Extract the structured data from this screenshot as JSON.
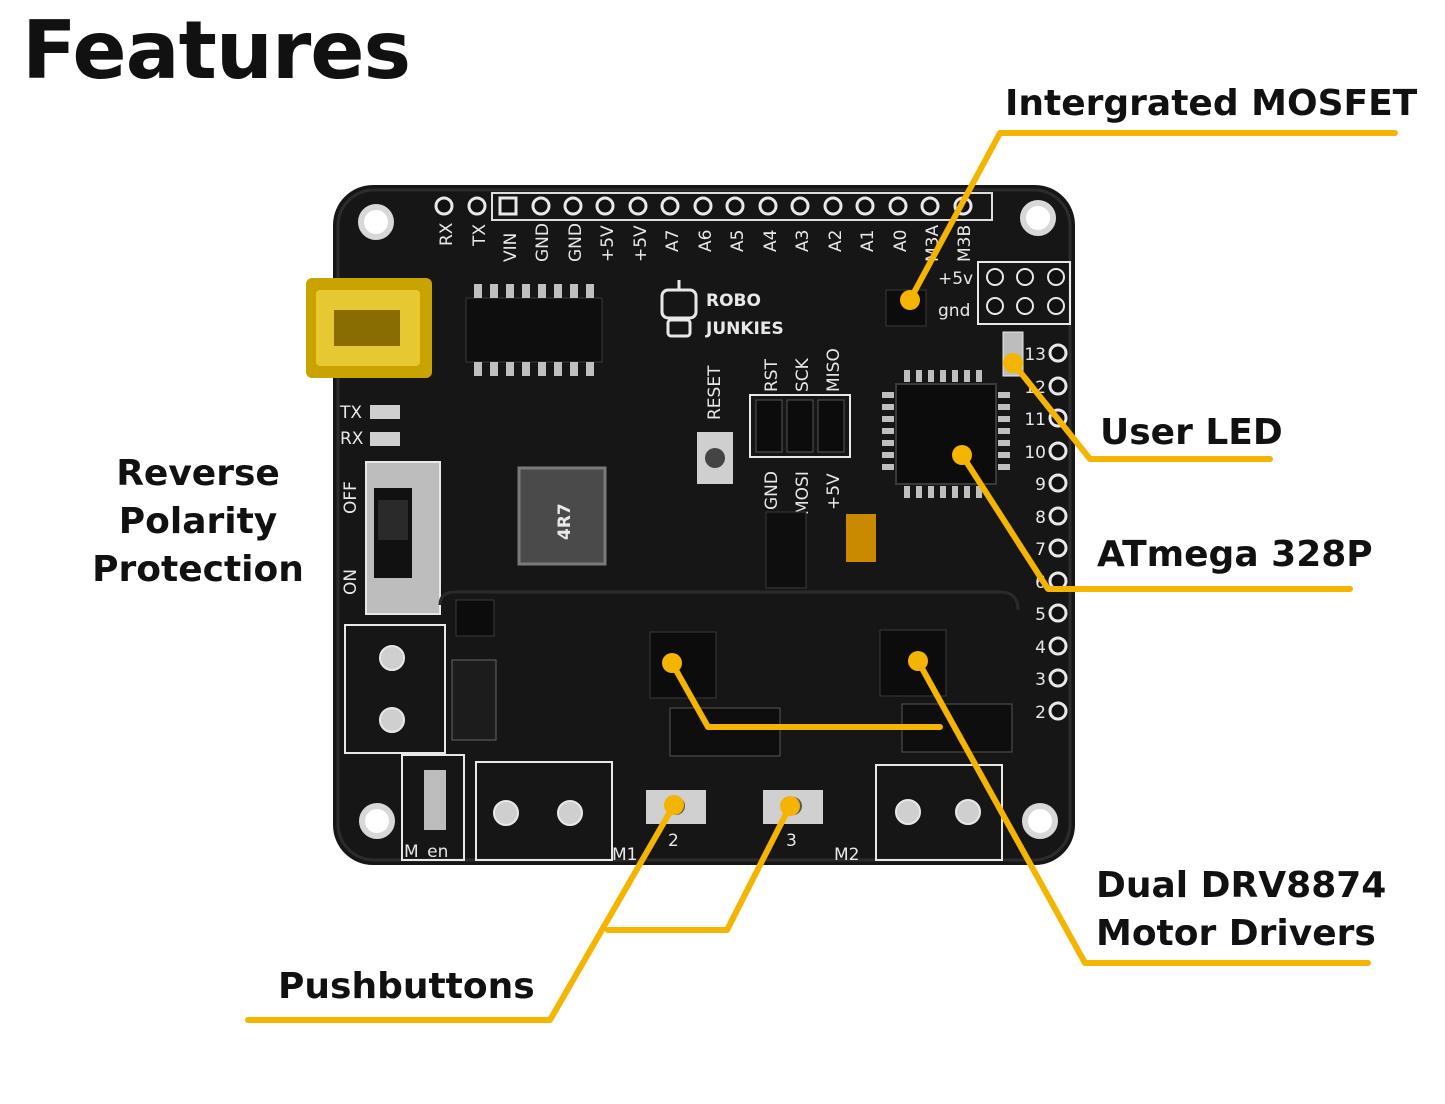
{
  "title": "Features",
  "labels": {
    "mosfet": "Intergrated MOSFET",
    "user_led": "User LED",
    "atmega": "ATmega 328P",
    "reverse_line1": "Reverse",
    "reverse_line2": "Polarity",
    "reverse_line3": "Protection",
    "motor_line1": "Dual DRV8874",
    "motor_line2": "Motor Drivers",
    "pushbuttons": "Pushbuttons"
  },
  "board": {
    "brand_line1": "ROBO",
    "brand_line2": "JUNKIES",
    "top_pins": [
      "RX",
      "TX",
      "VIN",
      "GND",
      "GND",
      "+5V",
      "+5V",
      "A7",
      "A6",
      "A5",
      "A4",
      "A3",
      "A2",
      "A1",
      "A0",
      "M3A",
      "M3B"
    ],
    "right_pins": [
      "13",
      "12",
      "11",
      "10",
      "9",
      "8",
      "7",
      "6",
      "5",
      "4",
      "3",
      "2"
    ],
    "header_top": [
      "RST",
      "SCK",
      "MISO"
    ],
    "header_bottom": [
      "GND",
      "MOSI",
      "+5V"
    ],
    "reset": "RESET",
    "tx": "TX",
    "rx": "RX",
    "off": "OFF",
    "on": "ON",
    "inductor": "4R7",
    "m_en": "M_en",
    "m1": "M1",
    "m2": "M2",
    "btn2": "2",
    "btn3": "3",
    "v5": "+5v",
    "gnd": "gnd"
  },
  "colors": {
    "leader": "#f5b400",
    "board": "#161616",
    "silk": "#e8e8e8"
  }
}
